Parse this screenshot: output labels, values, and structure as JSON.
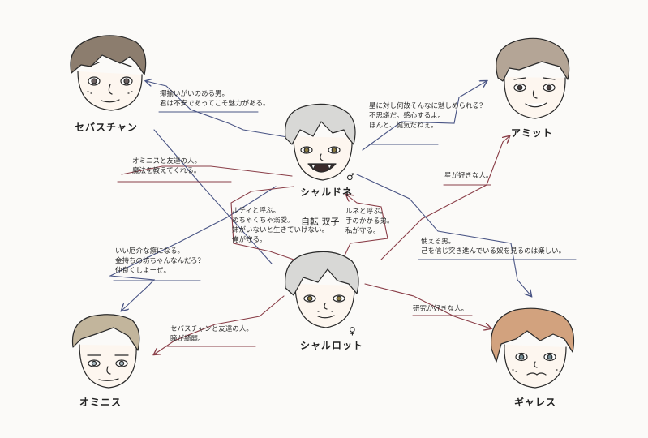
{
  "characters": {
    "sebastian": "セバスチャン",
    "amit": "アミット",
    "chardonnay": "シャルドネ",
    "charlotte": "シャルロット",
    "ominis": "オミニス",
    "garreth": "ギャレス"
  },
  "symbols": {
    "male": "♂",
    "female": "♀"
  },
  "twins_label": "自転 双子",
  "notes": {
    "chardonnay_to_sebastian": [
      "揶揄いがいのある男。",
      "君は不安であってこそ魅力がある。"
    ],
    "chardonnay_to_amit": [
      "星に対し何故そんなに魅しめられる？",
      "不思議だ。感心するよ。",
      "ほんと、健気だねぇ。"
    ],
    "ominis_to_chardonnay": [
      "オミニスと友達の人。",
      "魔法を教えてくれる。"
    ],
    "charlotte_to_amit": [
      "星が好きな人。"
    ],
    "chardonnay_to_charlotte": [
      "ルティと呼ぶ。",
      "めちゃくちゃ溺愛。",
      "姉がいないと生きていけない。",
      "俺が守る。"
    ],
    "charlotte_to_chardonnay": [
      "ルネと呼ぶ。",
      "手のかかる弟。",
      "私が守る。"
    ],
    "sebastian_to_ominis": [
      "いい厄介な癖になる。",
      "金持ちの坊ちゃんなんだろ？",
      "仲良くしよーぜ。"
    ],
    "chardonnay_to_garreth": [
      "使える男。",
      "己を信じ突き進んでいる奴を見るのは楽しい。"
    ],
    "garreth_to_charlotte": [
      "研究が好きな人。"
    ],
    "charlotte_to_ominis": [
      "セバスチャンと友達の人。",
      "瞳が綺麗。"
    ]
  },
  "colors": {
    "line_blue": "#4a5585",
    "line_red": "#8a3e48",
    "ink": "#2a2a2a",
    "skin": "#fdf6ef",
    "hair_sebastian": "#8c7d6e",
    "hair_amit": "#b4a596",
    "hair_white": "#d8d8d6",
    "hair_ominis": "#c2b59c",
    "hair_garreth": "#d2a27e"
  }
}
